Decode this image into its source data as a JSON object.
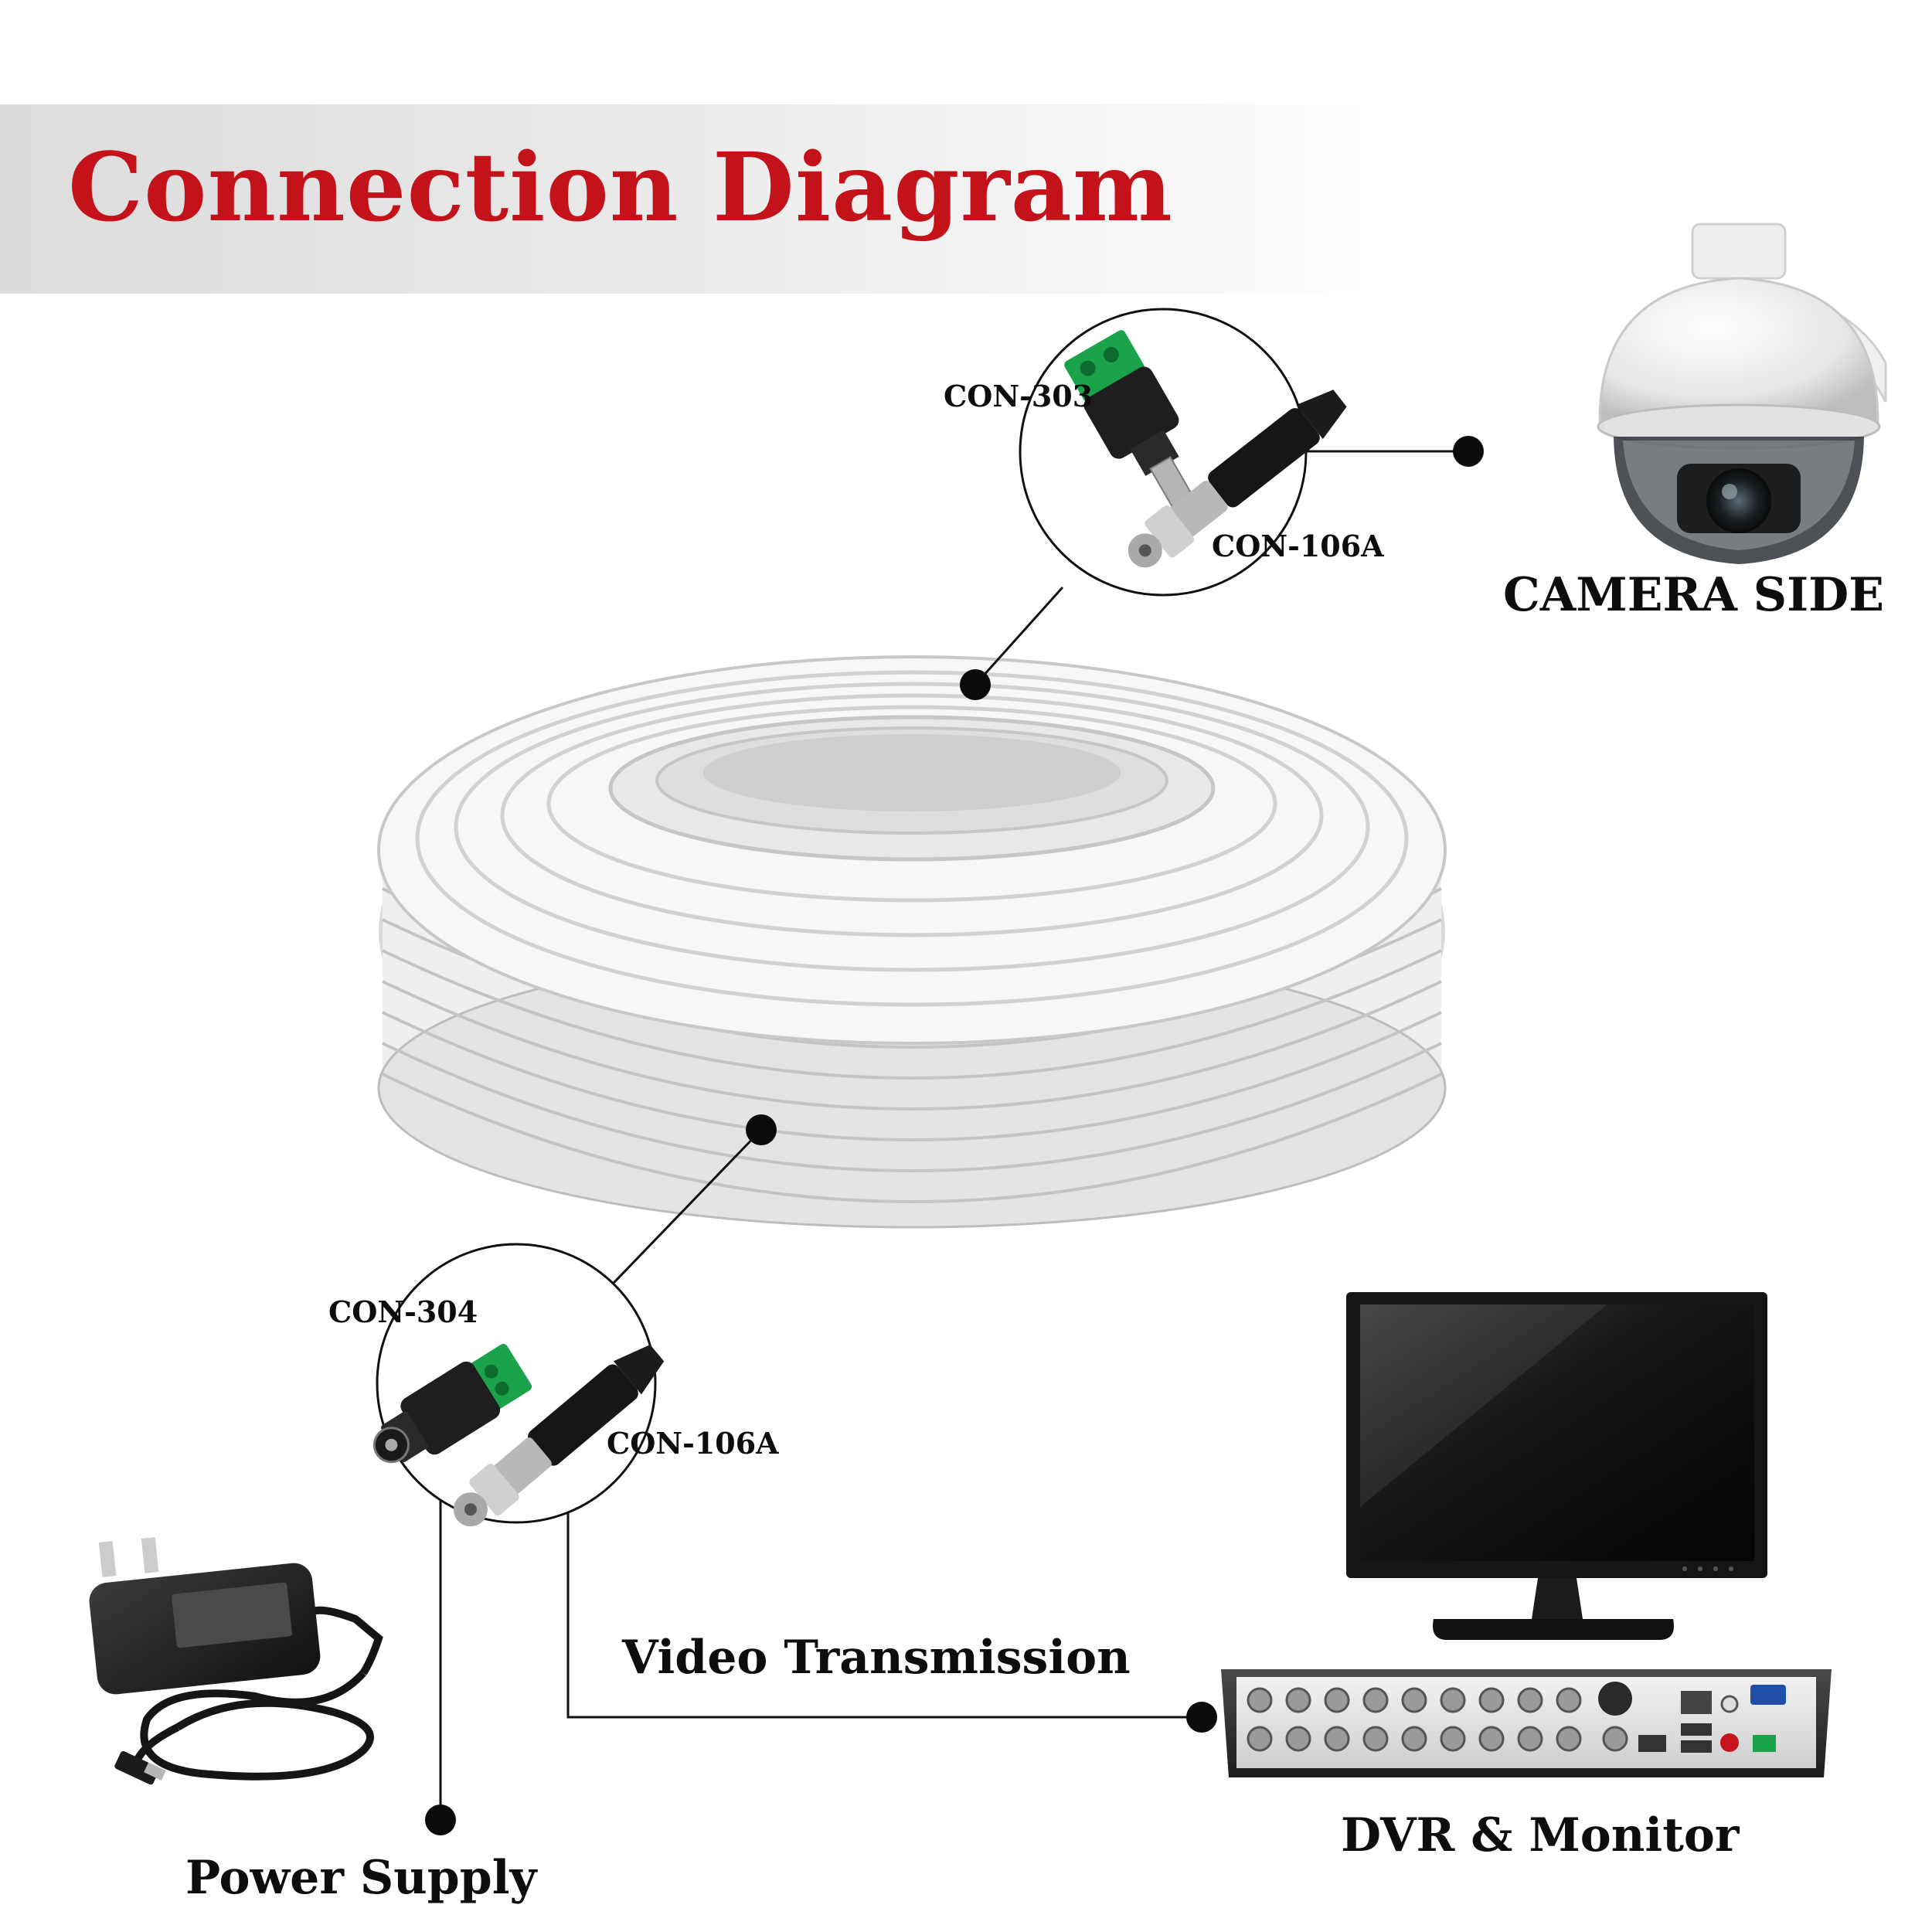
{
  "title": "Connection Diagram",
  "top_connectors": {
    "power": "CON-303",
    "video": "CON-106A"
  },
  "bottom_connectors": {
    "power": "CON-304",
    "video": "CON-106A"
  },
  "camera_label": "CAMERA SIDE",
  "video_label": "Video Transmission",
  "dvr_label": "DVR & Monitor",
  "power_label": "Power Supply",
  "colors": {
    "title": "#c4121a",
    "text": "#0d0d0d",
    "cable": "#f3f3f3",
    "connector": "#1b1b1b",
    "terminal": "#1aa34a"
  }
}
